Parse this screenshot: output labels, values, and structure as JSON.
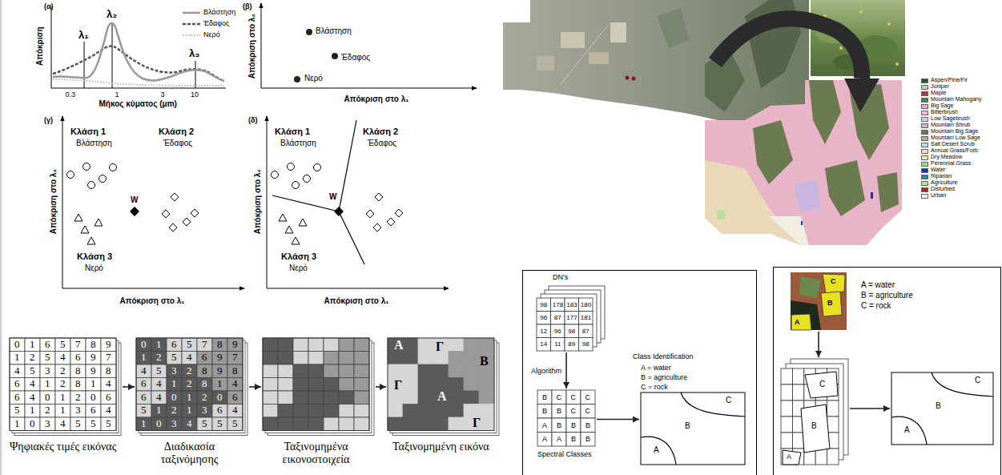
{
  "diagram": {
    "nodes": [
      {
        "text": [
          "Ψηφιακές τιμές εικόνας"
        ]
      },
      {
        "text": [
          "Διαδικασία ταξινόμησης"
        ]
      },
      {
        "text": [
          "Ταξινομημένα εικονοστοιχεία"
        ]
      },
      {
        "text": [
          "Α",
          "Γ",
          "Β",
          "Γ",
          "Α",
          "Γ",
          "Ταξινομημένη εικόνα"
        ]
      },
      {
        "text": [
          "DN's"
        ]
      },
      {
        "text": [
          "Spectral Classes"
        ]
      },
      {
        "text": [
          "C",
          "B",
          "A"
        ]
      },
      {
        "text": [
          "C",
          "B",
          "A"
        ]
      },
      {
        "text": [
          "C",
          "B",
          "A"
        ]
      },
      {
        "text": [
          "C",
          "B",
          "A"
        ]
      }
    ],
    "edges": [
      {
        "from": 0,
        "to": 1,
        "arrow": "to"
      },
      {
        "from": 1,
        "to": 2,
        "arrow": "to"
      },
      {
        "from": 2,
        "to": 3,
        "arrow": "to"
      },
      {
        "from": 4,
        "to": 5,
        "arrow": "to",
        "label": "Algorithm"
      },
      {
        "from": 5,
        "to": 6,
        "arrow": "to"
      },
      {
        "from": 7,
        "to": 8,
        "arrow": "to"
      },
      {
        "from": 8,
        "to": 9,
        "arrow": "to"
      }
    ],
    "labels": [
      "(α)",
      "λ₁",
      "λ₂",
      "λ₃",
      "Απόκριση",
      "0.3",
      "1",
      "3",
      "10",
      "Μήκος κύματος (μm)",
      "(β)",
      "Απόκριση στο λ₂",
      "Βλάστηση",
      "Έδαφος",
      "Νερό",
      "Απόκριση στο λ₁",
      "(γ)",
      "Απόκριση στο λ₂",
      "Κλάση 1",
      "Βλάστηση",
      "Κλάση 2",
      "Έδαφος",
      "W",
      "Κλάση 3",
      "Νερό",
      "Απόκριση στο λ₁",
      "(δ)",
      "Απόκριση στο λ₂",
      "Κλάση 1",
      "Βλάστηση",
      "Κλάση 2",
      "Έδαφος",
      "W",
      "Κλάση 3",
      "Νερό",
      "Απόκριση στο λ₁",
      "0",
      "1",
      "6",
      "5",
      "7",
      "8",
      "9",
      "1",
      "2",
      "5",
      "4",
      "6",
      "9",
      "7",
      "4",
      "5",
      "3",
      "2",
      "8",
      "9",
      "8",
      "6",
      "4",
      "1",
      "2",
      "8",
      "1",
      "4",
      "6",
      "4",
      "0",
      "1",
      "2",
      "0",
      "6",
      "5",
      "1",
      "2",
      "1",
      "3",
      "6",
      "4",
      "1",
      "0",
      "3",
      "4",
      "5",
      "5",
      "5",
      "0",
      "1",
      "6",
      "5",
      "7",
      "8",
      "9",
      "1",
      "2",
      "5",
      "4",
      "6",
      "9",
      "7",
      "4",
      "5",
      "3",
      "2",
      "8",
      "9",
      "8",
      "6",
      "4",
      "1",
      "2",
      "8",
      "1",
      "4",
      "6",
      "4",
      "0",
      "1",
      "2",
      "0",
      "6",
      "5",
      "1",
      "2",
      "1",
      "3",
      "6",
      "4",
      "1",
      "0",
      "3",
      "4",
      "5",
      "5",
      "5",
      "98",
      "178",
      "183",
      "180",
      "96",
      "87",
      "177",
      "181",
      "12",
      "96",
      "98",
      "87",
      "14",
      "11",
      "89",
      "98",
      "B",
      "C",
      "C",
      "C",
      "B",
      "B",
      "C",
      "C",
      "A",
      "B",
      "B",
      "B",
      "A",
      "A",
      "B",
      "B",
      "Class Identification",
      "A = water",
      "B = agriculture",
      "C = rock",
      "A = water",
      "B = agriculture",
      "C = rock"
    ],
    "legend": [
      {
        "text": "Βλάστηση"
      },
      {
        "text": "Έδαφος"
      },
      {
        "text": "Νερό"
      },
      {
        "text": "Aspen/Pine/Fir",
        "color": "#1f5c1f"
      },
      {
        "text": "Juniper",
        "color": "#d9c99a"
      },
      {
        "text": "Maple",
        "color": "#b0305a"
      },
      {
        "text": "Mountain Mahogany",
        "color": "#3c8a3c"
      },
      {
        "text": "Big Sage",
        "color": "#f0a8c8"
      },
      {
        "text": "Bitterbrush",
        "color": "#f5b8d8"
      },
      {
        "text": "Low Sagebrush",
        "color": "#e8c8e8"
      },
      {
        "text": "Mountain Shrub",
        "color": "#c8b4e0"
      },
      {
        "text": "Mountain Big Sage",
        "color": "#6b7b4a"
      },
      {
        "text": "Mountain Low Sage",
        "color": "#a0b090"
      },
      {
        "text": "Salt Desert Scrub",
        "color": "#b8e0e8"
      },
      {
        "text": "Annual Grass/Forb",
        "color": "#f0e0b0"
      },
      {
        "text": "Dry Meadow",
        "color": "#d8f0a0"
      },
      {
        "text": "Perennial Grass",
        "color": "#90e090"
      },
      {
        "text": "Water",
        "color": "#1030d0"
      },
      {
        "text": "Riparian",
        "color": "#2090a0"
      },
      {
        "text": "Agriculture",
        "color": "#b8e0a0"
      },
      {
        "text": "Disturbed",
        "color": "#c02020"
      },
      {
        "text": "Urban",
        "color": "#f0f0f0"
      }
    ]
  }
}
